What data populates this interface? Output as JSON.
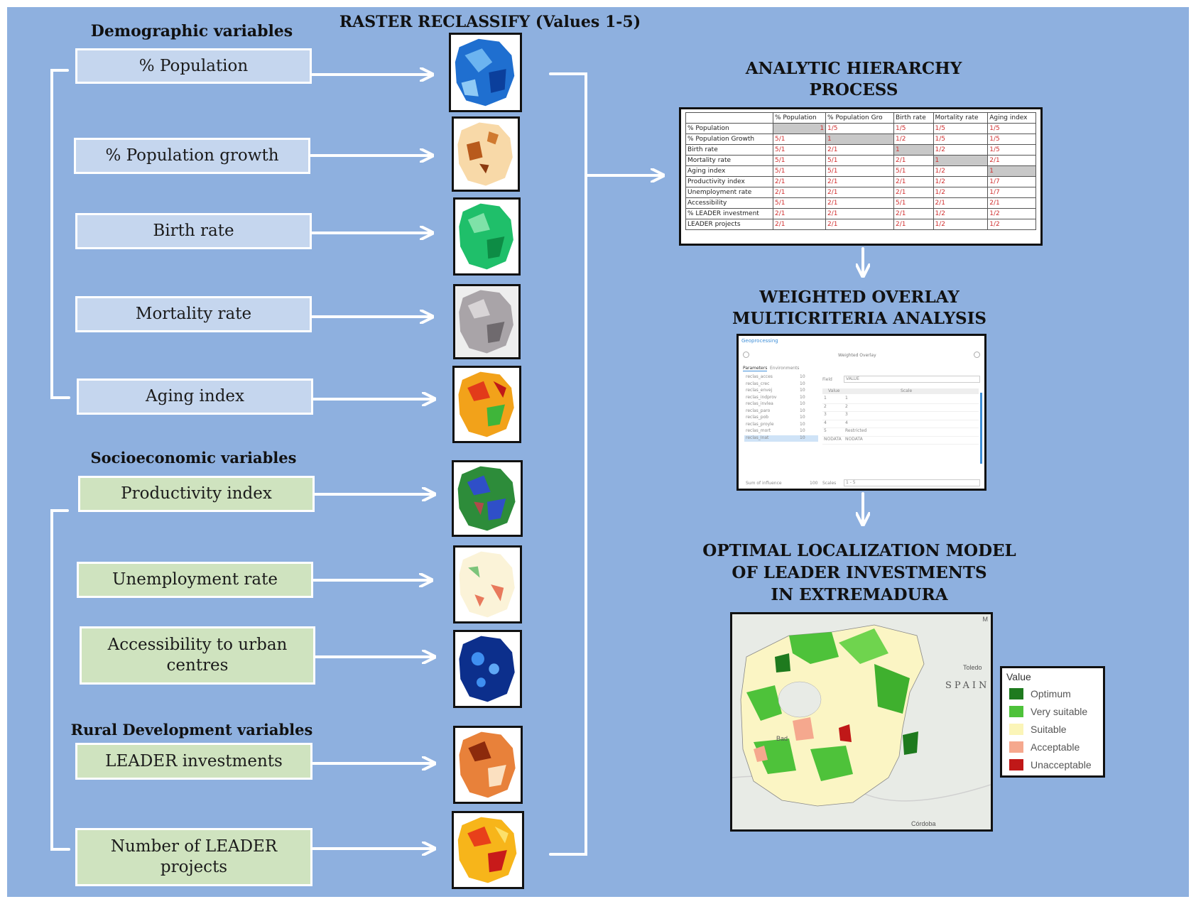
{
  "headers": {
    "raster": "RASTER RECLASSIFY (Values 1-5)",
    "demographic": "Demographic variables",
    "socioeconomic": "Socioeconomic variables",
    "rural": "Rural Development variables",
    "ahp_line1": "ANALYTIC HIERARCHY",
    "ahp_line2": "PROCESS",
    "wo_line1": "WEIGHTED OVERLAY",
    "wo_line2": "MULTICRITERIA ANALYSIS",
    "model_line1": "OPTIMAL LOCALIZATION MODEL",
    "model_line2": "OF LEADER INVESTMENTS",
    "model_line3": "IN EXTREMADURA"
  },
  "variables": {
    "population": "% Population",
    "population_growth": "% Population growth",
    "birth_rate": "Birth rate",
    "mortality_rate": "Mortality rate",
    "aging_index": "Aging index",
    "productivity_index": "Productivity index",
    "unemployment_rate": "Unemployment rate",
    "accessibility_l1": "Accessibility to urban",
    "accessibility_l2": "centres",
    "leader_investments": "LEADER investments",
    "leader_projects_l1": "Number of LEADER",
    "leader_projects_l2": "projects"
  },
  "ahp_table": {
    "columns": [
      "",
      "% Population",
      "% Population Gro",
      "Birth rate",
      "Mortality rate",
      "Aging index"
    ],
    "rows": [
      {
        "label": "% Population",
        "cells": [
          "1",
          "1/5",
          "1/5",
          "1/5",
          "1/5"
        ]
      },
      {
        "label": "% Population Growth",
        "cells": [
          "5/1",
          "1",
          "1/2",
          "1/5",
          "1/5"
        ]
      },
      {
        "label": "Birth rate",
        "cells": [
          "5/1",
          "2/1",
          "1",
          "1/2",
          "1/5"
        ]
      },
      {
        "label": "Mortality rate",
        "cells": [
          "5/1",
          "5/1",
          "2/1",
          "1",
          "2/1"
        ]
      },
      {
        "label": "Aging index",
        "cells": [
          "5/1",
          "5/1",
          "5/1",
          "1/2",
          "1"
        ]
      },
      {
        "label": "Productivity index",
        "cells": [
          "2/1",
          "2/1",
          "2/1",
          "1/2",
          "1/7"
        ]
      },
      {
        "label": "Unemployment rate",
        "cells": [
          "2/1",
          "2/1",
          "2/1",
          "1/2",
          "1/7"
        ]
      },
      {
        "label": "Accessibility",
        "cells": [
          "5/1",
          "2/1",
          "5/1",
          "2/1",
          "2/1"
        ]
      },
      {
        "label": "% LEADER investment",
        "cells": [
          "2/1",
          "2/1",
          "2/1",
          "1/2",
          "1/2"
        ]
      },
      {
        "label": "LEADER projects",
        "cells": [
          "2/1",
          "2/1",
          "2/1",
          "1/2",
          "1/2"
        ]
      }
    ]
  },
  "weighted_overlay": {
    "title": "Geoprocessing",
    "tool": "Weighted Overlay",
    "tab_params": "Parameters",
    "tab_env": "Environments",
    "rasters": [
      "reclas_acces",
      "reclas_crec",
      "reclas_envej",
      "reclas_indprov",
      "reclas_invlea",
      "reclas_paro",
      "reclas_pob",
      "reclas_proyle",
      "reclas_mort",
      "reclas_Inat"
    ],
    "influence": [
      "10",
      "10",
      "10",
      "10",
      "10",
      "10",
      "10",
      "10",
      "10",
      "10"
    ],
    "field_label": "Field",
    "field_value": "VALUE",
    "col_value": "Value",
    "col_scale": "Scale",
    "scale_rows": [
      [
        "1",
        "1"
      ],
      [
        "2",
        "2"
      ],
      [
        "3",
        "3"
      ],
      [
        "4",
        "4"
      ],
      [
        "5",
        "Restricted"
      ],
      [
        "NODATA",
        "NODATA"
      ]
    ],
    "sum_label": "Sum of influence",
    "sum_value": "100",
    "scales_label": "Scales",
    "scales_value": "1 - 5"
  },
  "map": {
    "labels": {
      "spain": "SPAIN",
      "toledo": "Toledo",
      "cordoba": "Córdoba",
      "badajoz": "Bad",
      "m": "M"
    }
  },
  "legend": {
    "title": "Value",
    "items": [
      {
        "label": "Optimum",
        "color": "#1e7a1e"
      },
      {
        "label": "Very suitable",
        "color": "#4ec23a"
      },
      {
        "label": "Suitable",
        "color": "#fbf5b8"
      },
      {
        "label": "Acceptable",
        "color": "#f5a88e"
      },
      {
        "label": "Unacceptable",
        "color": "#c01818"
      }
    ]
  },
  "colors": {
    "background": "#8eb0df",
    "demographic_box": "#c5d6ee",
    "socioeconomic_box": "#cfe3bf",
    "arrow": "#ffffff"
  }
}
